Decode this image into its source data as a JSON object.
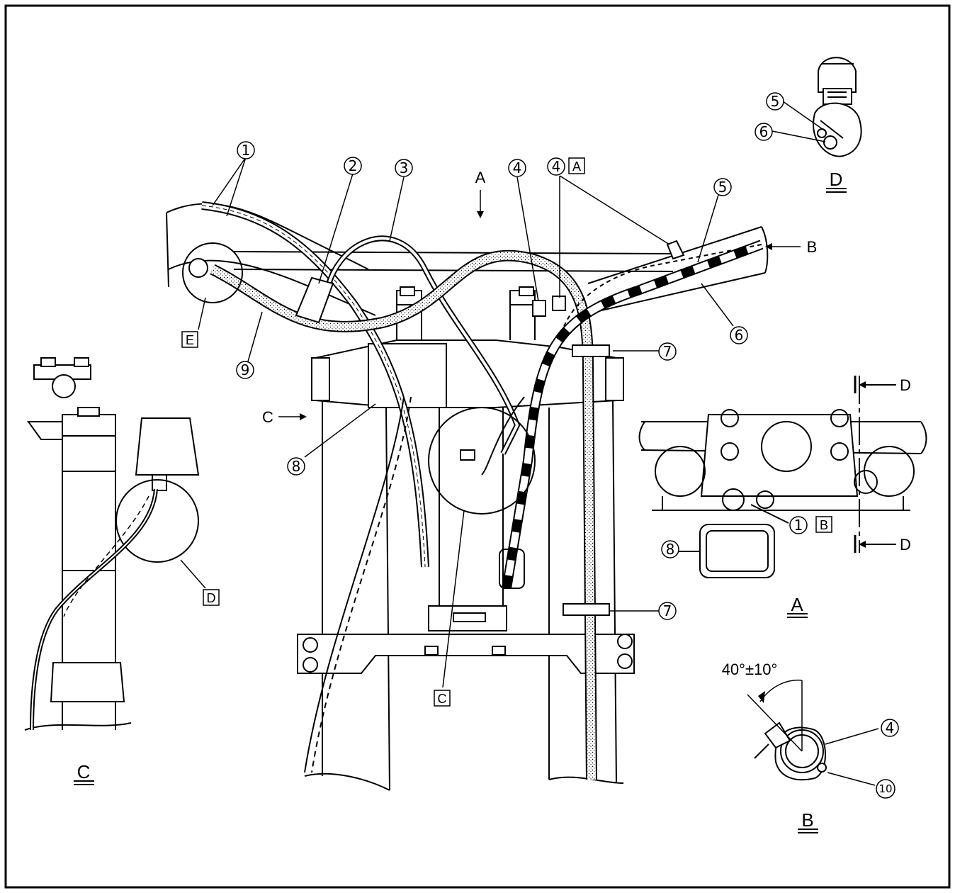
{
  "callouts": {
    "c1": "1",
    "c2": "2",
    "c3": "3",
    "c4": "4",
    "c5": "5",
    "c6": "6",
    "c7": "7",
    "c8": "8",
    "c9": "9",
    "c10": "10"
  },
  "boxed_letters": {
    "a": "A",
    "b": "B",
    "c": "C",
    "d": "D",
    "e": "E"
  },
  "view_arrows": {
    "a": "A",
    "b": "B",
    "c": "C",
    "d": "D"
  },
  "view_titles": {
    "a": "A",
    "b": "B",
    "c": "C",
    "d": "D"
  },
  "angle_spec": "40°±10°",
  "colors": {
    "line": "#000000",
    "background": "#ffffff"
  }
}
